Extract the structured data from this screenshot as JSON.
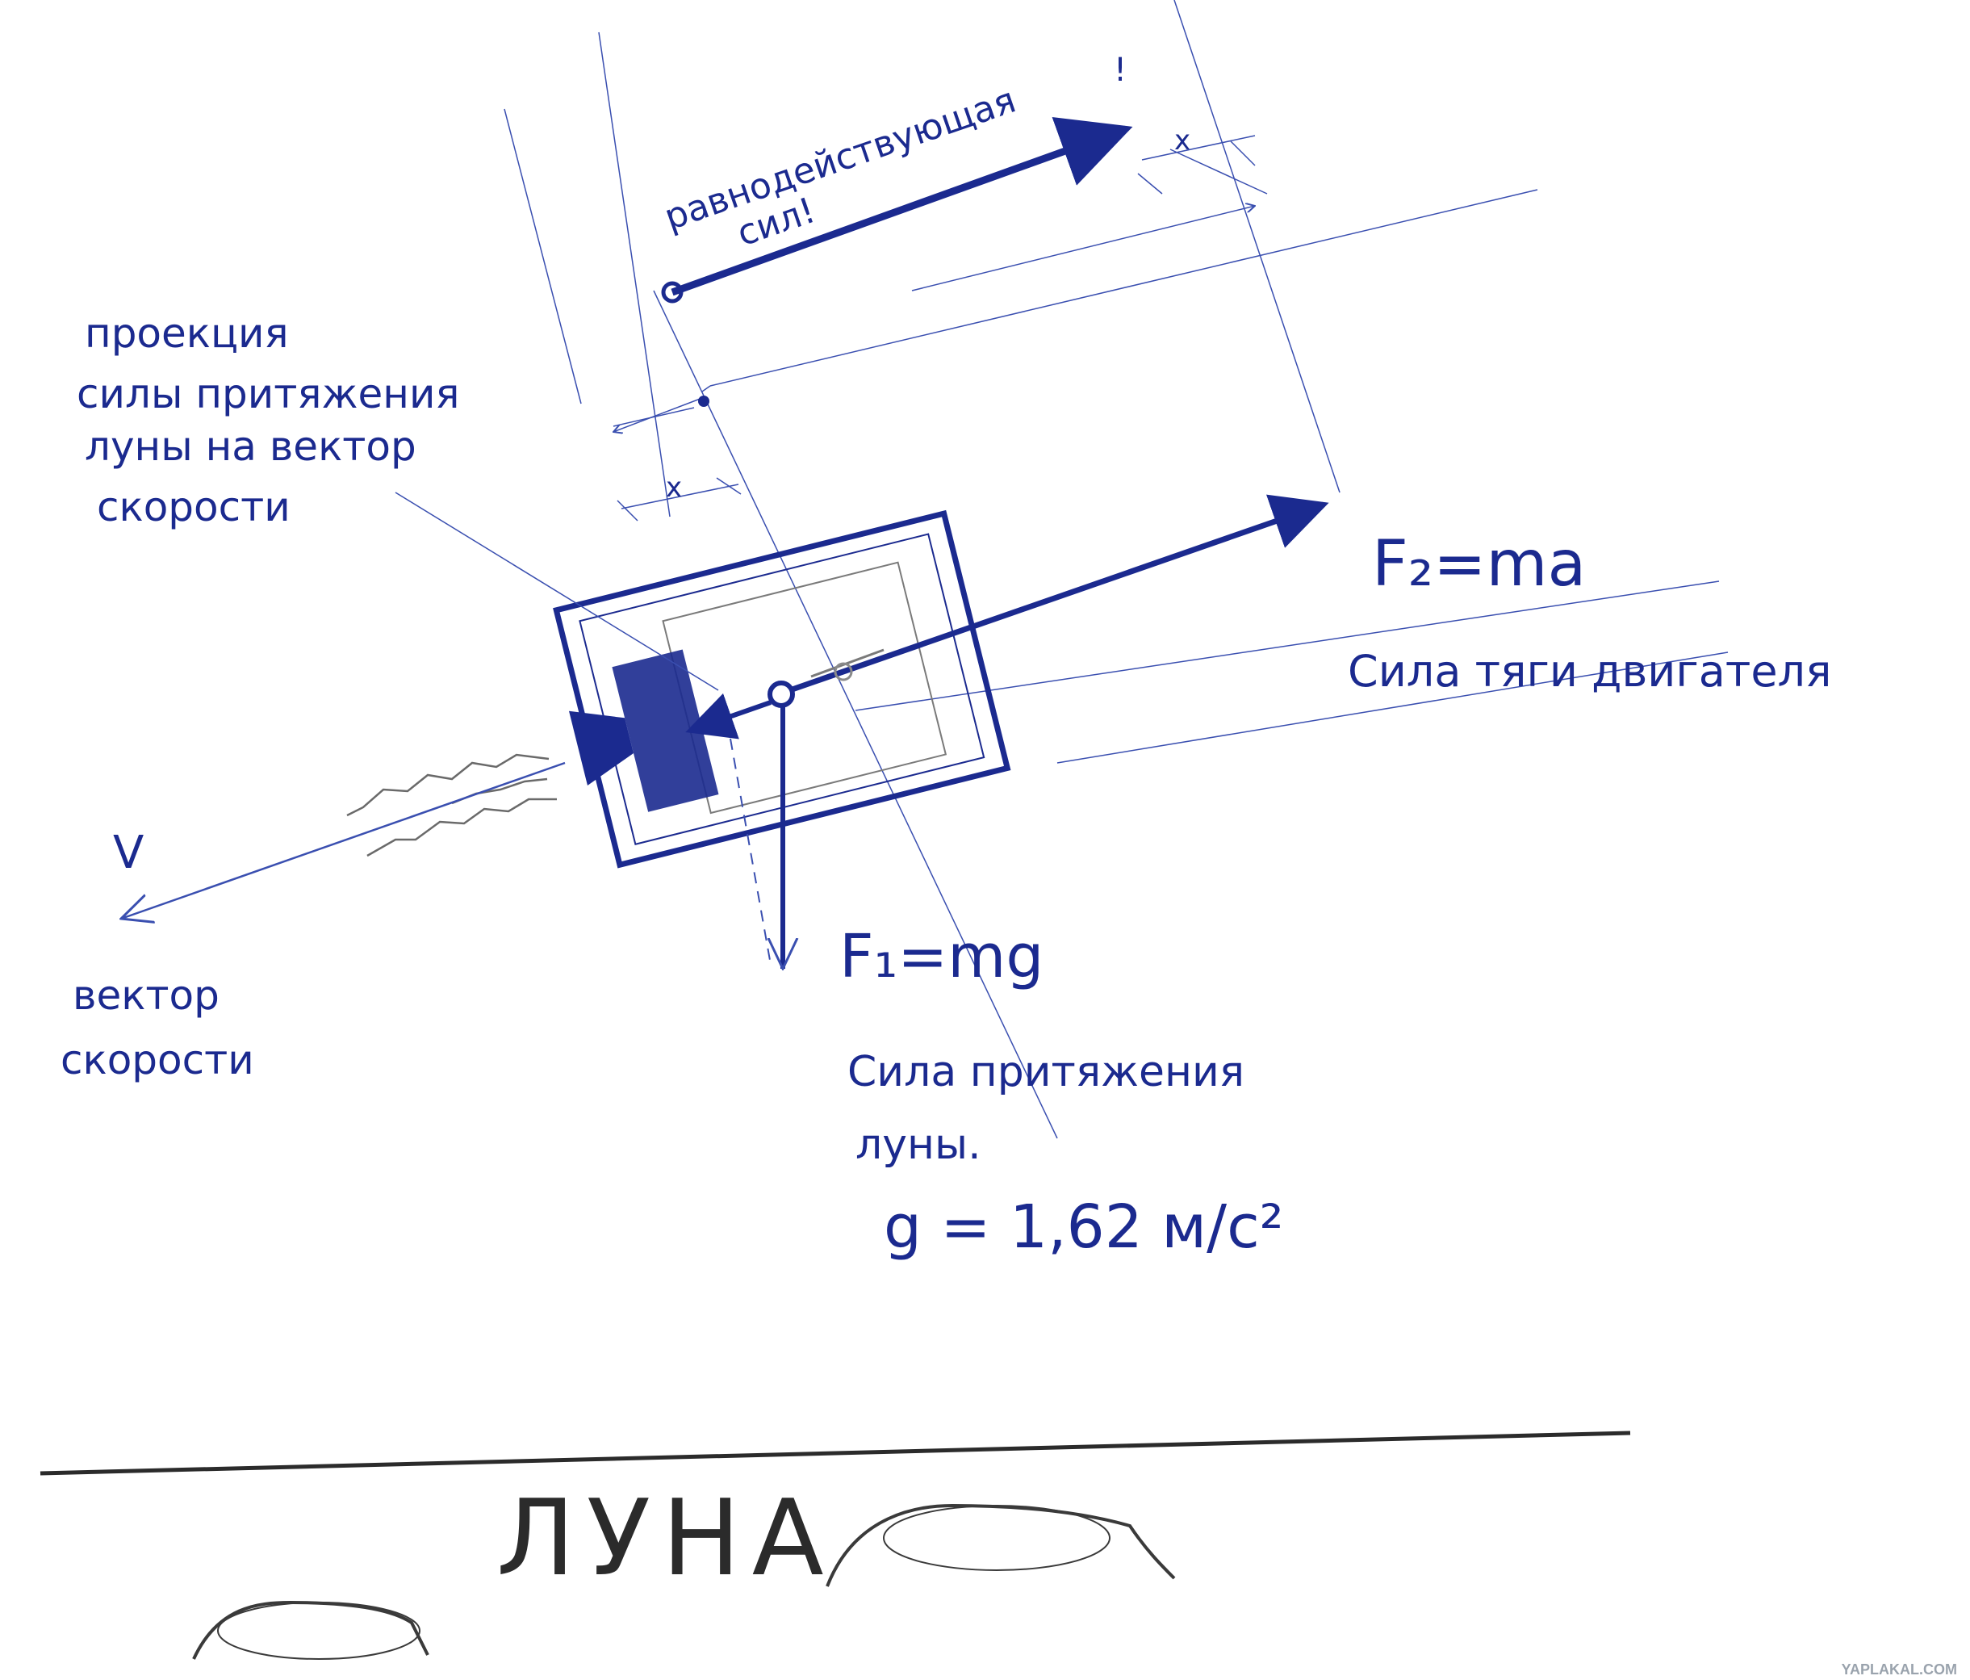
{
  "labels": {
    "resultant": "равнодействующая",
    "resultant_forces": "сил!",
    "exclaim": "!",
    "projection": [
      "проекция",
      "силы притяжения",
      "луны на вектор",
      "скорости"
    ],
    "x_label": "x",
    "f2_formula": "F₂=ma",
    "thrust": "Сила тяги двигателя",
    "velocity_symbol": "V",
    "velocity": [
      "вектор",
      "скорости"
    ],
    "f1_formula": "F₁=mg",
    "gravity": [
      "Сила притяжения",
      "луны."
    ],
    "g_value": "g = 1,62 м/с²",
    "moon": "ЛУНА"
  },
  "watermark": "YAPLAKAL.COM",
  "colors": {
    "ink": "#1b2a8f",
    "thin_line": "#3a4fb0",
    "pencil": "#2b2b2b",
    "paper": "#ffffff"
  }
}
